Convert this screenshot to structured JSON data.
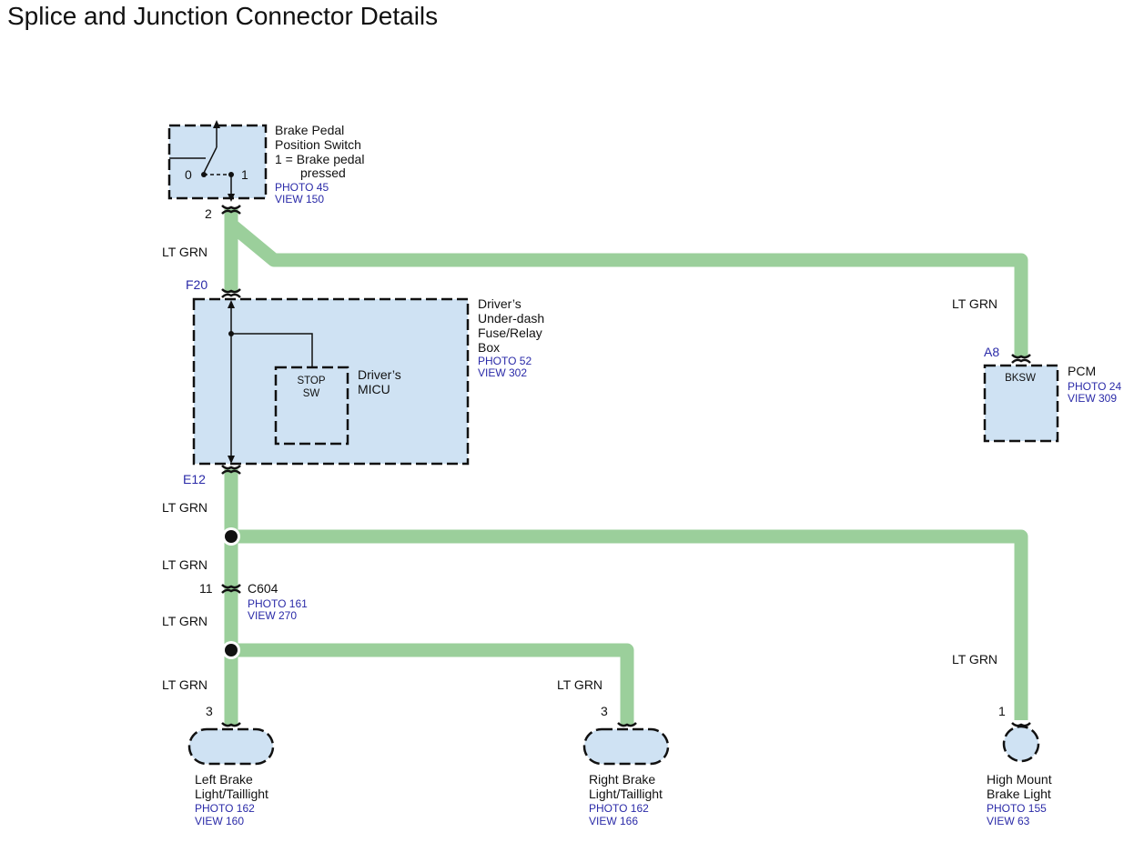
{
  "title": "Splice and Junction Connector Details",
  "wire_color": "#9bcf9b",
  "component_fill": "#cfe2f3",
  "reference_color": "#2a2aa8",
  "components": {
    "brake_switch": {
      "lines": [
        "Brake Pedal",
        "Position Switch",
        "1 = Brake pedal",
        "pressed"
      ],
      "photo": "PHOTO 45",
      "view": "VIEW 150",
      "pos0": "0",
      "pos1": "1",
      "pin": "2"
    },
    "fuse_box": {
      "lines": [
        "Driver’s",
        "Under-dash",
        "Fuse/Relay",
        "Box"
      ],
      "photo": "PHOTO 52",
      "view": "VIEW 302",
      "top_connector": "F20",
      "bottom_connector": "E12"
    },
    "micu": {
      "lines": [
        "Driver’s",
        "MICU"
      ],
      "switch_label": [
        "STOP",
        "SW"
      ]
    },
    "pcm": {
      "name": "PCM",
      "photo": "PHOTO 24",
      "view": "VIEW 309",
      "connector": "A8",
      "terminal": "BKSW"
    },
    "c604": {
      "name": "C604",
      "photo": "PHOTO 161",
      "view": "VIEW 270",
      "pin": "11"
    },
    "left_light": {
      "lines": [
        "Left Brake",
        "Light/Taillight"
      ],
      "photo": "PHOTO 162",
      "view": "VIEW 160",
      "pin": "3"
    },
    "right_light": {
      "lines": [
        "Right Brake",
        "Light/Taillight"
      ],
      "photo": "PHOTO 162",
      "view": "VIEW 166",
      "pin": "3"
    },
    "high_mount": {
      "lines": [
        "High Mount",
        "Brake Light"
      ],
      "photo": "PHOTO 155",
      "view": "VIEW 63",
      "pin": "1"
    }
  },
  "wire_labels": {
    "switch_to_fuse": "LT GRN",
    "to_pcm": "LT GRN",
    "below_fuse": "LT GRN",
    "above_c604": "LT GRN",
    "below_c604": "LT GRN",
    "to_left_light": "LT GRN",
    "to_right_light": "LT GRN",
    "to_high_mount": "LT GRN"
  }
}
